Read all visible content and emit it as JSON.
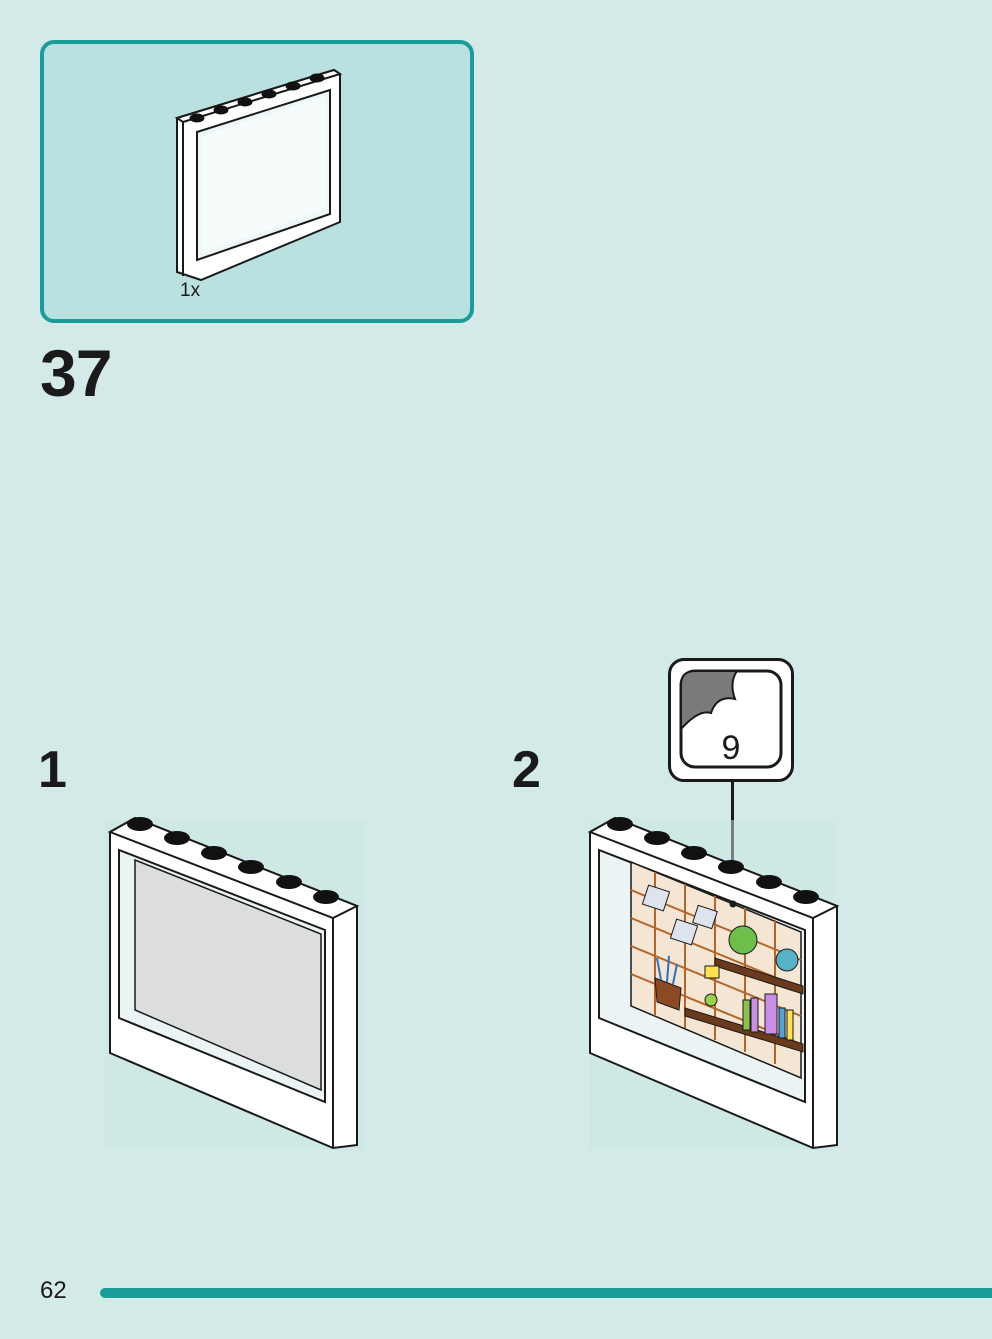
{
  "parts_callout": {
    "quantity_label": "1x",
    "part_icon": "frame-panel-1x6x5-icon"
  },
  "step": {
    "number": "37"
  },
  "substeps": [
    {
      "number": "1"
    },
    {
      "number": "2"
    }
  ],
  "sticker_callout": {
    "sticker_number": "9",
    "icon": "sticker-peel-icon"
  },
  "footer": {
    "page_number": "62"
  },
  "colors": {
    "background": "#d3eae8",
    "accent": "#1a9c98",
    "parts_box_fill": "#b9e1df"
  }
}
